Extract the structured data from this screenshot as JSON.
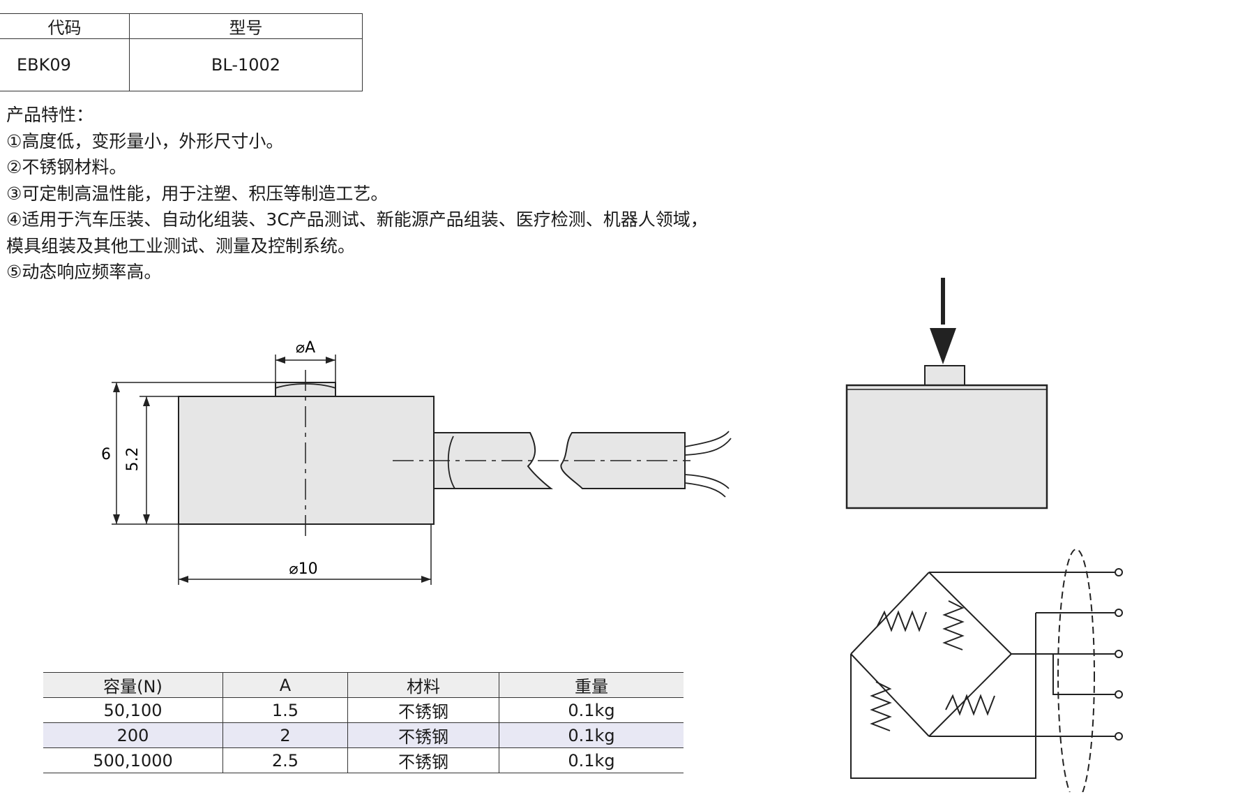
{
  "code_table": {
    "headers": [
      "代码",
      "型号"
    ],
    "row": [
      "EBK09",
      "BL-1002"
    ]
  },
  "features": {
    "title": "产品特性：",
    "lines": [
      "①高度低，变形量小，外形尺寸小。",
      "②不锈钢材料。",
      "③可定制高温性能，用于注塑、积压等制造工艺。",
      "④适用于汽车压装、自动化组装、3C产品测试、新能源产品组装、医疗检测、机器人领域，",
      "模具组装及其他工业测试、测量及控制系统。",
      "⑤动态响应频率高。"
    ]
  },
  "drawing": {
    "dim_a": "⌀A",
    "dim_height": "6",
    "dim_inner_height": "5.2",
    "dim_diameter": "⌀10"
  },
  "capacity_table": {
    "headers": [
      "容量(N)",
      "A",
      "材料",
      "重量"
    ],
    "rows": [
      [
        "50,100",
        "1.5",
        "不锈钢",
        "0.1kg"
      ],
      [
        "200",
        "2",
        "不锈钢",
        "0.1kg"
      ],
      [
        "500,1000",
        "2.5",
        "不锈钢",
        "0.1kg"
      ]
    ]
  }
}
